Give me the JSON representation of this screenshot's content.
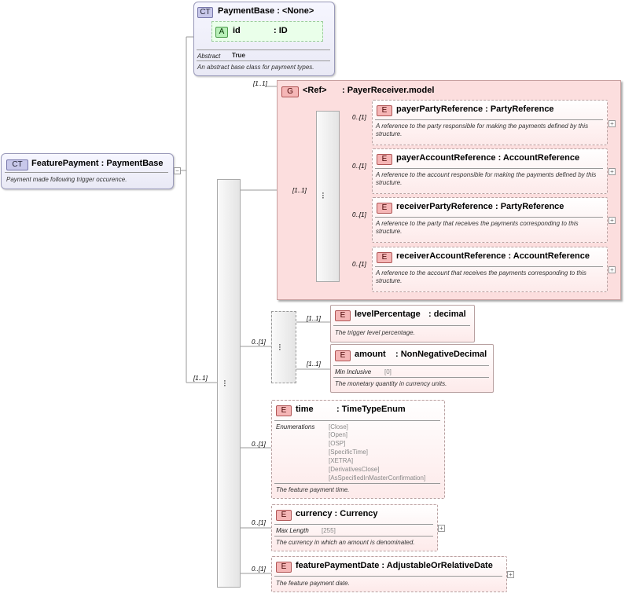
{
  "root": {
    "badge": "CT",
    "title": "FeaturePayment : PaymentBase",
    "doc": "Payment made following trigger occurence."
  },
  "base": {
    "badge": "CT",
    "title": "PaymentBase : <None>",
    "attr_badge": "A",
    "attr_name": "id",
    "attr_type": ": ID",
    "abstract_label": "Abstract",
    "abstract_value": "True",
    "doc": "An abstract base class for payment types."
  },
  "group": {
    "card": "[1..1]",
    "badge": "G",
    "ref": "<Ref>",
    "name": ": PayerReceiver.model",
    "seq_card": "[1..1]",
    "elements": [
      {
        "badge": "E",
        "name": "payerPartyReference : PartyReference",
        "card": "0..[1]",
        "doc": "A reference to the party responsible for making the payments defined by this structure."
      },
      {
        "badge": "E",
        "name": "payerAccountReference : AccountReference",
        "card": "0..[1]",
        "doc": "A reference to the account responsible for making the payments defined by this structure."
      },
      {
        "badge": "E",
        "name": "receiverPartyReference : PartyReference",
        "card": "0..[1]",
        "doc": "A reference to the party that receives the payments corresponding to this structure."
      },
      {
        "badge": "E",
        "name": "receiverAccountReference : AccountReference",
        "card": "0..[1]",
        "doc": "A reference to the account that receives the payments corresponding to this structure."
      }
    ]
  },
  "main_seq": {
    "card": "[1..1]"
  },
  "choice": {
    "card": "0..[1]",
    "level": {
      "badge": "E",
      "name": "levelPercentage",
      "type": ": decimal",
      "card": "[1..1]",
      "doc": "The trigger level percentage."
    },
    "amount": {
      "badge": "E",
      "name": "amount",
      "type": ": NonNegativeDecimal",
      "card": "[1..1]",
      "facet_label": "Min Inclusive",
      "facet_value": "[0]",
      "doc": "The monetary quantity in currency units."
    }
  },
  "time": {
    "badge": "E",
    "name": "time",
    "type": ": TimeTypeEnum",
    "card": "0..[1]",
    "enum_label": "Enumerations",
    "enums": [
      "[Close]",
      "[Open]",
      "[OSP]",
      "[SpecificTime]",
      "[XETRA]",
      "[DerivativesClose]",
      "[AsSpecifiedInMasterConfirmation]"
    ],
    "doc": "The feature payment time."
  },
  "currency": {
    "badge": "E",
    "name": "currency : Currency",
    "card": "0..[1]",
    "facet_label": "Max Length",
    "facet_value": "[255]",
    "doc": "The currency in which an amount is denominated."
  },
  "fpdate": {
    "badge": "E",
    "name": "featurePaymentDate : AdjustableOrRelativeDate",
    "card": "0..[1]",
    "doc": "The feature payment date."
  }
}
